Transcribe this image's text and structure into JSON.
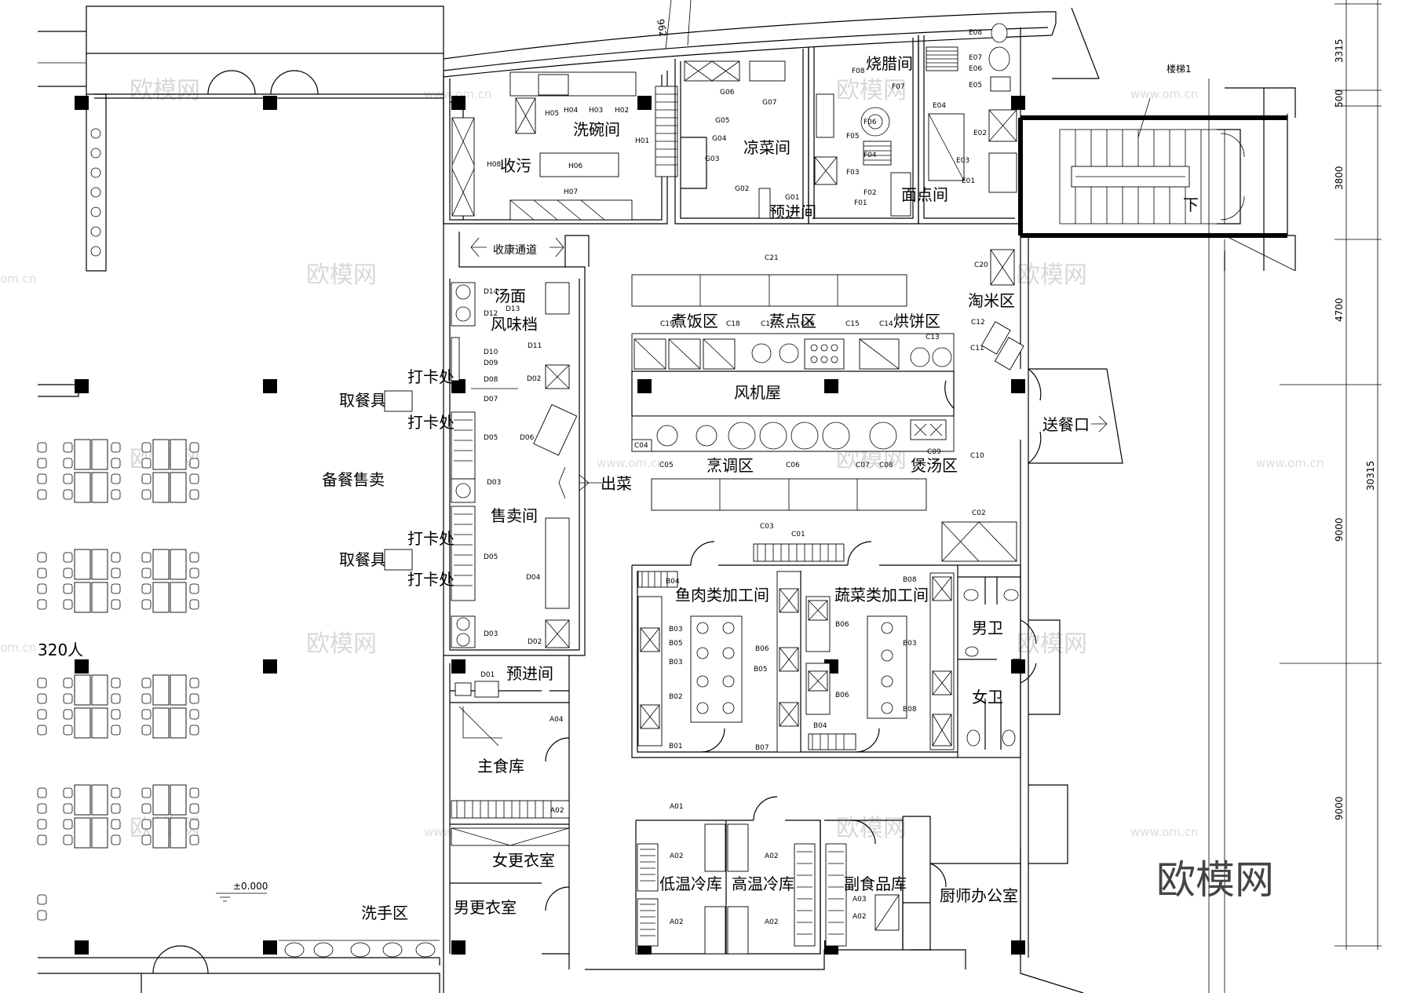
{
  "rooms": {
    "dish_wash": "洗碗间",
    "waste_collect": "收污",
    "cold_dish": "凉菜间",
    "pre_entry_top": "预进间",
    "roast_room": "烧腊间",
    "pastry_room": "面点间",
    "stair_label": "楼梯1",
    "stair_down": "下",
    "corridor": "收康通道",
    "soup_noodle": "汤面",
    "flavor_stall": "风味档",
    "rice_rinse": "淘米区",
    "rice_cooking": "煮饭区",
    "steaming": "蒸点区",
    "baking": "烘饼区",
    "fan_room": "风机屋",
    "meal_exit": "送餐口",
    "cooking_zone": "烹调区",
    "soup_zone": "煲汤区",
    "clock_in": "打卡处",
    "tableware": "取餐具",
    "prep_sale": "备餐售卖",
    "serve_out": "出菜",
    "sale_room": "售卖间",
    "meat_fish": "鱼肉类加工间",
    "vegetable": "蔬菜类加工间",
    "men_wc": "男卫",
    "women_wc": "女卫",
    "seats": "320人",
    "pre_entry_mid": "预进间",
    "staple_store": "主食库",
    "women_locker": "女更衣室",
    "men_locker": "男更衣室",
    "hand_wash": "洗手区",
    "low_cold": "低温冷库",
    "high_cold": "高温冷库",
    "side_food": "副食品库",
    "chef_office": "厨师办公室",
    "elevation": "±0.000"
  },
  "dimensions": [
    "3315",
    "500",
    "3800",
    "4700",
    "9000",
    "9000",
    "30315"
  ],
  "dim_top": "962",
  "watermark": "欧模网",
  "watermark_url": "www.om.cn",
  "watermark_url2": "om.cn",
  "equipment_codes": {
    "H08": "H08",
    "H04": "H04",
    "H03": "H03",
    "H05": "H05",
    "H02": "H02",
    "H01": "H01",
    "H06": "H06",
    "H07": "H07",
    "G06": "G06",
    "G07": "G07",
    "G05": "G05",
    "G04": "G04",
    "G03": "G03",
    "G02": "G02",
    "G01": "G01",
    "F08": "F08",
    "F07": "F07",
    "F06": "F06",
    "F05": "F05",
    "F04": "F04",
    "F03": "F03",
    "F02": "F02",
    "F01": "F01",
    "E08": "E08",
    "E07": "E07",
    "E06": "E06",
    "E05": "E05",
    "E04": "E04",
    "E03": "E03",
    "E02": "E02",
    "E01": "E01",
    "D14": "D14",
    "D13": "D13",
    "D12": "D12",
    "D11": "D11",
    "D10": "D10",
    "D09": "D09",
    "D08": "D08",
    "D07": "D07",
    "D06": "D06",
    "D05": "D05",
    "D04": "D04",
    "D03": "D03",
    "D02": "D02",
    "D01": "D01",
    "C21": "C21",
    "C20": "C20",
    "C19": "C19",
    "C18": "C18",
    "C17": "C17",
    "C16": "C16",
    "C15": "C15",
    "C14": "C14",
    "C13": "C13",
    "C12": "C12",
    "C11": "C11",
    "C10": "C10",
    "C09": "C09",
    "C08": "C08",
    "C07": "C07",
    "C06": "C06",
    "C05": "C05",
    "C04": "C04",
    "C03": "C03",
    "C02": "C02",
    "C01": "C01",
    "B08": "B08",
    "B07": "B07",
    "B06": "B06",
    "B05": "B05",
    "B04": "B04",
    "B03": "B03",
    "B02": "B02",
    "B01": "B01",
    "A04": "A04",
    "A03": "A03",
    "A02": "A02",
    "A01": "A01"
  }
}
